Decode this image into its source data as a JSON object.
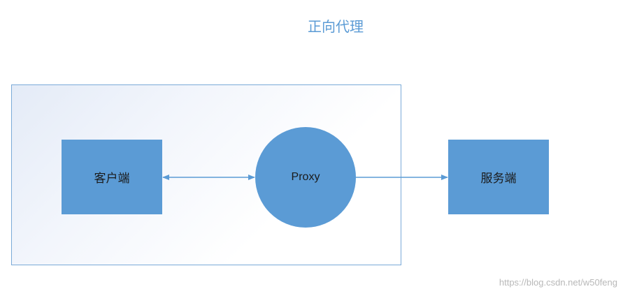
{
  "title": "正向代理",
  "nodes": {
    "client": "客户端",
    "proxy": "Proxy",
    "server": "服务端"
  },
  "watermark": "https://blog.csdn.net/w50feng",
  "colors": {
    "node_fill": "#5b9bd5",
    "title": "#5b9bd5",
    "group_border": "#7aaad8",
    "arrow": "#5b9bd5"
  },
  "edges": [
    {
      "from": "client",
      "to": "proxy",
      "direction": "both"
    },
    {
      "from": "proxy",
      "to": "server",
      "direction": "forward"
    }
  ]
}
